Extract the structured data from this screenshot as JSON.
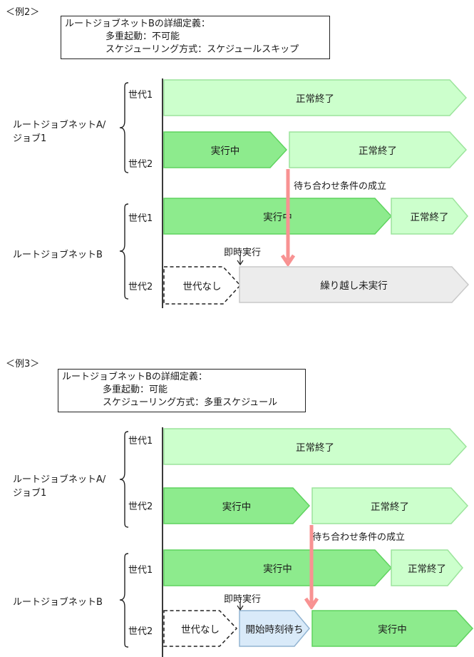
{
  "colors": {
    "bar_light_green_fill": "#ccffcc",
    "bar_light_green_border": "#9ce49c",
    "bar_green_fill": "#8deb8d",
    "bar_green_border": "#5fd35f",
    "bar_gray_fill": "#ececec",
    "bar_gray_border": "#c9c9c9",
    "bar_blue_fill": "#d9eaf9",
    "bar_blue_border": "#92b4d2",
    "arrow_pink": "#f89292",
    "dashed_outline": "#222222"
  },
  "ex2": {
    "title": "＜例2＞",
    "definition": {
      "line1": "ルートジョブネットBの詳細定義：",
      "line2": "多重起動：不可能",
      "line3": "スケジューリング方式：スケジュールスキップ"
    },
    "labels": {
      "group_a_line1": "ルートジョブネットA/",
      "group_a_line2": "ジョブ1",
      "group_b": "ルートジョブネットB",
      "gen1": "世代1",
      "gen2": "世代2"
    },
    "annotations": {
      "wait_condition": "待ち合わせ条件の成立",
      "immediate": "即時実行"
    },
    "bars": {
      "a1": "正常終了",
      "a2_run": "実行中",
      "a2_end": "正常終了",
      "b1_run": "実行中",
      "b1_end": "正常終了",
      "b2_none": "世代なし",
      "b2_carry": "繰り越し未実行"
    }
  },
  "ex3": {
    "title": "＜例3＞",
    "definition": {
      "line1": "ルートジョブネットBの詳細定義：",
      "line2": "多重起動：可能",
      "line3": "スケジューリング方式：多重スケジュール"
    },
    "labels": {
      "group_a_line1": "ルートジョブネットA/",
      "group_a_line2": "ジョブ1",
      "group_b": "ルートジョブネットB",
      "gen1": "世代1",
      "gen2": "世代2"
    },
    "annotations": {
      "wait_condition": "待ち合わせ条件の成立",
      "immediate": "即時実行"
    },
    "bars": {
      "a1": "正常終了",
      "a2_run": "実行中",
      "a2_end": "正常終了",
      "b1_run": "実行中",
      "b1_end": "正常終了",
      "b2_none": "世代なし",
      "b2_wait": "開始時刻待ち",
      "b2_run": "実行中"
    }
  }
}
